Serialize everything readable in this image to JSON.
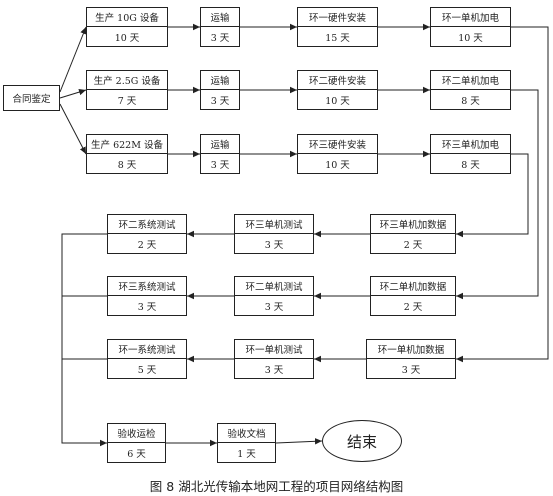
{
  "start": {
    "label": "合同鉴定"
  },
  "rows": [
    [
      {
        "label": "生产 10G 设备",
        "duration": "10 天"
      },
      {
        "label": "运输",
        "duration": "3 天"
      },
      {
        "label": "环一硬件安装",
        "duration": "15 天"
      },
      {
        "label": "环一单机加电",
        "duration": "10 天"
      }
    ],
    [
      {
        "label": "生产 2.5G 设备",
        "duration": "7 天"
      },
      {
        "label": "运输",
        "duration": "3 天"
      },
      {
        "label": "环二硬件安装",
        "duration": "10 天"
      },
      {
        "label": "环二单机加电",
        "duration": "8 天"
      }
    ],
    [
      {
        "label": "生产 622M 设备",
        "duration": "8 天"
      },
      {
        "label": "运输",
        "duration": "3 天"
      },
      {
        "label": "环三硬件安装",
        "duration": "10 天"
      },
      {
        "label": "环三单机加电",
        "duration": "8 天"
      }
    ],
    [
      {
        "label": "环二系统测试",
        "duration": "2 天"
      },
      {
        "label": "环三单机测试",
        "duration": "3 天"
      },
      {
        "label": "环三单机加数据",
        "duration": "2 天"
      }
    ],
    [
      {
        "label": "环三系统测试",
        "duration": "3 天"
      },
      {
        "label": "环二单机测试",
        "duration": "3 天"
      },
      {
        "label": "环二单机加数据",
        "duration": "2 天"
      }
    ],
    [
      {
        "label": "环一系统测试",
        "duration": "5 天"
      },
      {
        "label": "环一单机测试",
        "duration": "3 天"
      },
      {
        "label": "环一单机加数据",
        "duration": "3 天"
      }
    ],
    [
      {
        "label": "验收运检",
        "duration": "6 天"
      },
      {
        "label": "验收文档",
        "duration": "1 天"
      }
    ]
  ],
  "end": {
    "label": "结束"
  },
  "caption": "图 8 湖北光传输本地网工程的项目网络结构图"
}
